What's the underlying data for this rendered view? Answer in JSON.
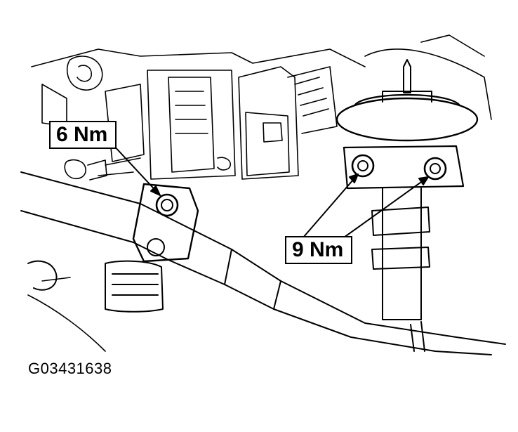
{
  "callouts": {
    "upper_left": "6 Nm",
    "lower_right": "9 Nm"
  },
  "figure_code": "G03431638"
}
